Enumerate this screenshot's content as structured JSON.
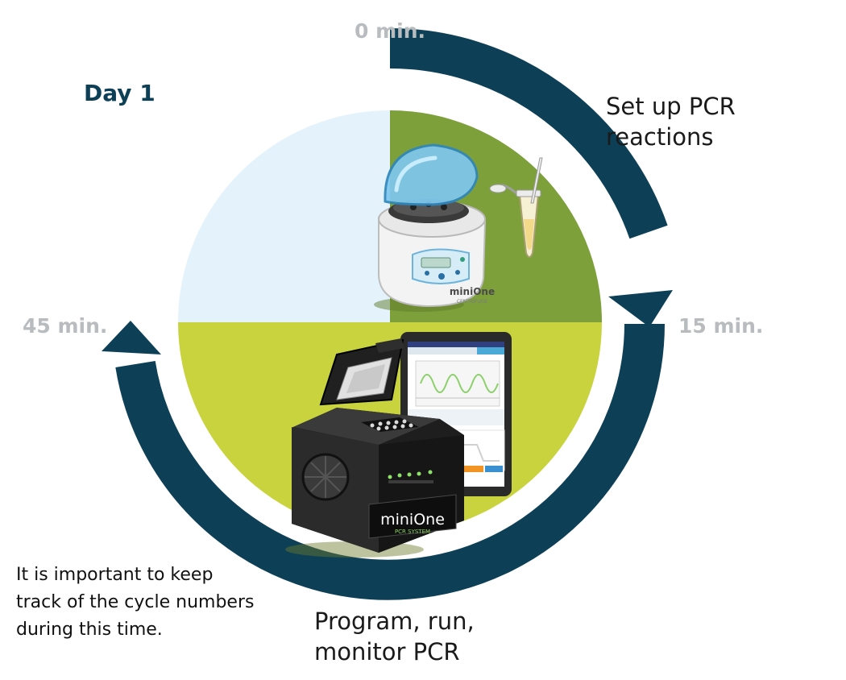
{
  "diagram": {
    "day_label": "Day 1",
    "times": {
      "start": "0 min.",
      "quarter": "15 min.",
      "end": "45 min."
    },
    "steps": {
      "setup": {
        "line1": "Set up PCR",
        "line2": "reactions"
      },
      "run": {
        "line1": "Program, run,",
        "line2": "monitor PCR"
      }
    },
    "note": {
      "line1": "It is important to keep",
      "line2": "track of the cycle numbers",
      "line3": "during this time."
    },
    "devices": {
      "centrifuge_brand": "miniOne",
      "centrifuge_sub": "CENTRIFUGE",
      "pcr_brand": "miniOne",
      "pcr_sub": "PCR SYSTEM"
    },
    "colors": {
      "ring": "#0d4057",
      "quadrant_setup": "#7da03b",
      "quadrant_run": "#c8d33d",
      "quadrant_idle": "#e3f2fb",
      "time_label": "#b9bcbf"
    }
  }
}
